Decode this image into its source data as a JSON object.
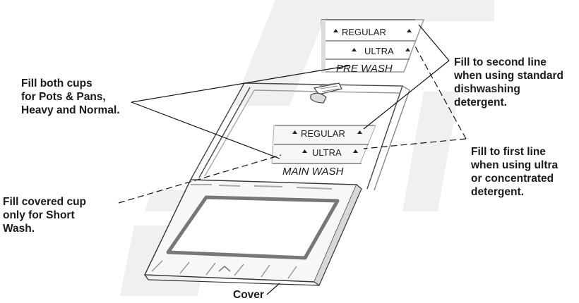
{
  "diagram": {
    "callouts": {
      "fill_both_cups": "Fill both cups\nfor Pots & Pans,\nHeavy and Normal.",
      "fill_second_line": "Fill to second line\nwhen using standard\ndishwashing\ndetergent.",
      "fill_first_line": "Fill to first line\nwhen using ultra\nor concentrated\ndetergent.",
      "fill_covered_cup": "Fill covered cup\nonly for Short\nWash.",
      "cover": "Cover"
    },
    "pre_wash_cup": {
      "name": "PRE WASH",
      "regular_line": "REGULAR",
      "ultra_line": "ULTRA"
    },
    "main_wash_cup": {
      "name": "MAIN WASH",
      "regular_line": "REGULAR",
      "ultra_line": "ULTRA"
    }
  }
}
